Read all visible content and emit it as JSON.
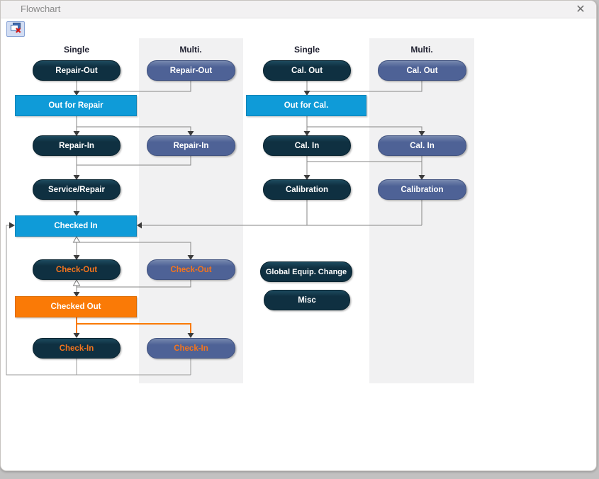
{
  "window": {
    "title": "Flowchart",
    "close_glyph": "✕"
  },
  "toolbar": {
    "button_icon": "close-flowchart-window-icon"
  },
  "lane_headers": [
    "Single",
    "Multi.",
    "Single",
    "Multi."
  ],
  "nodes": {
    "repair_out_single": "Repair-Out",
    "repair_out_multi": "Repair-Out",
    "out_for_repair": "Out for Repair",
    "repair_in_single": "Repair-In",
    "repair_in_multi": "Repair-In",
    "service_repair": "Service/Repair",
    "checked_in": "Checked In",
    "check_out_single": "Check-Out",
    "check_out_multi": "Check-Out",
    "checked_out": "Checked Out",
    "check_in_single": "Check-In",
    "check_in_multi": "Check-In",
    "cal_out_single": "Cal. Out",
    "cal_out_multi": "Cal. Out",
    "out_for_cal": "Out for Cal.",
    "cal_in_single": "Cal. In",
    "cal_in_multi": "Cal. In",
    "calibration_single": "Calibration",
    "calibration_multi": "Calibration",
    "global_equip_change": "Global Equip. Change",
    "misc": "Misc"
  },
  "colors": {
    "single_node": "#0f3041",
    "multi_node": "#4e6296",
    "status_blue": "#0f9bd8",
    "status_orange": "#fa7a06",
    "orange_label": "#f4741d",
    "connector_gray": "#868686"
  }
}
